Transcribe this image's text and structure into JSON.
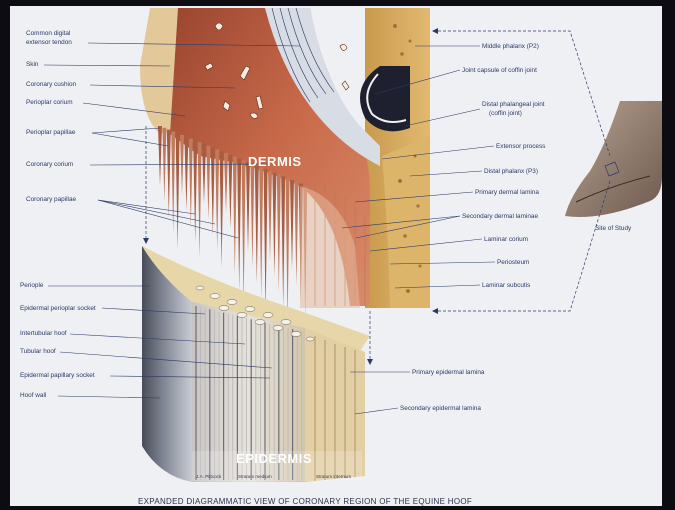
{
  "labels_left": {
    "common_digital_extensor_tendon_line1": "Common digital",
    "common_digital_extensor_tendon_line2": "extensor tendon",
    "skin": "Skin",
    "coronary_cushion": "Coronary cushion",
    "perioplar_corium": "Perioplar corium",
    "perioplar_papillae": "Perioplar papillae",
    "coronary_corium": "Coronary corium",
    "coronary_papillae": "Coronary papillae",
    "periople": "Periople",
    "epidermal_perioplar_socket": "Epidermal perioplar socket",
    "intertubular_hoof": "Intertubular hoof",
    "tubular_hoof": "Tubular hoof",
    "epidermal_papillary_socket": "Epidermal papillary socket",
    "hoof_wall": "Hoof wall"
  },
  "labels_right": {
    "middle_phalanx": "Middle phalanx (P2)",
    "joint_capsule": "Joint capsule of coffin joint",
    "distal_phalangeal_joint_line1": "Distal phalangeal joint",
    "distal_phalangeal_joint_line2": "(coffin joint)",
    "extensor_process": "Extensor process",
    "distal_phalanx": "Distal phalanx (P3)",
    "primary_dermal_lamina": "Primary dermal lamina",
    "secondary_dermal_laminae": "Secondary dermal laminae",
    "laminar_corium": "Laminar corium",
    "periosteum": "Periosteum",
    "laminar_subcutis": "Laminar subcutis",
    "primary_epidermal_lamina": "Primary epidermal lamina",
    "secondary_epidermal_lamina": "Secondary epidermal lamina",
    "site_of_study": "Site of Study"
  },
  "regions": {
    "dermis": "DERMIS",
    "epidermis": "EPIDERMIS",
    "stratum_medium": "Stratum medium",
    "stratum_internum": "Stratum internum",
    "signature": "J.A. Pittcock"
  },
  "caption": "EXPANDED DIAGRAMMATIC VIEW OF CORONARY REGION OF THE EQUINE HOOF",
  "colors": {
    "background": "#eef0f4",
    "label_text": "#2c3a66",
    "corium": "#b85a3e",
    "bone": "#d4a45c",
    "horn": "#e8d9b0",
    "hoof_wall_dark": "#5a6070"
  }
}
